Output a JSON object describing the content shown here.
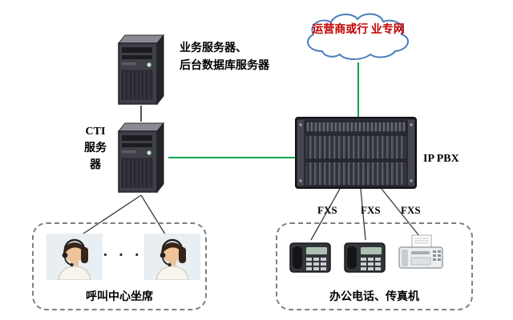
{
  "labels": {
    "app_server": [
      "业务服务器、",
      "后台数据库服务器"
    ],
    "cti_server": [
      "CTI",
      "服务",
      "器"
    ],
    "cloud": [
      "运营商或行",
      "业专网"
    ],
    "ippbx": "IP PBX",
    "fxs": [
      "FXS",
      "FXS",
      "FXS"
    ],
    "agents_dots": "· · ·",
    "call_center_group": "呼叫中心坐席",
    "office_group": "办公电话、传真机"
  },
  "colors": {
    "cloud_text": "#c00000",
    "cloud_outline": "#4a7ebc",
    "link_green": "#00a651",
    "link_black": "#3a3a3a"
  }
}
